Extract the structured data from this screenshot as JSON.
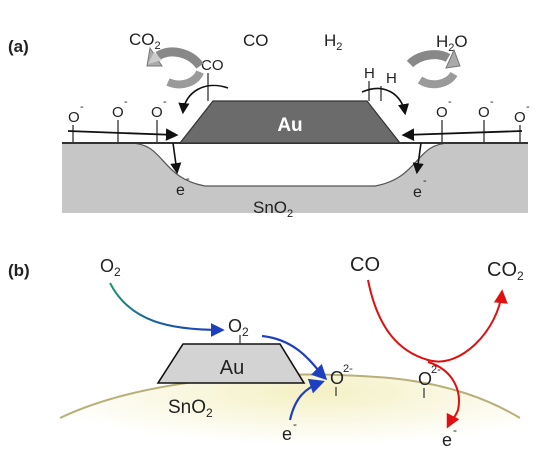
{
  "panel_a": {
    "label": "(a)",
    "co2": "CO2",
    "co": "CO",
    "h2": "H2",
    "h2o": "H2O",
    "adsorbed_co": "CO",
    "h_left": "H",
    "h_right": "H",
    "au": "Au",
    "sno2": "SnO2",
    "electron": "e",
    "oxygen_ion": "O",
    "charge": "-"
  },
  "panel_b": {
    "label": "(b)",
    "o2_gas": "O2",
    "o2_adsorbed": "O2",
    "au": "Au",
    "sno2": "SnO2",
    "o_ion_1": "O",
    "o_ion_2": "O",
    "ion_charge": "2-",
    "co": "CO",
    "co2": "CO2",
    "electron": "e",
    "electron_charge": "-"
  },
  "colors": {
    "au_dark": "#6b6b6b",
    "au_light": "#d3d3d3",
    "sno2_grey": "#c8c8c8",
    "sno2_yellow": "#f3f0c8",
    "arrow_blue": "#1e3fbf",
    "arrow_red": "#e01010",
    "arrow_teal": "#1a8a7a"
  }
}
